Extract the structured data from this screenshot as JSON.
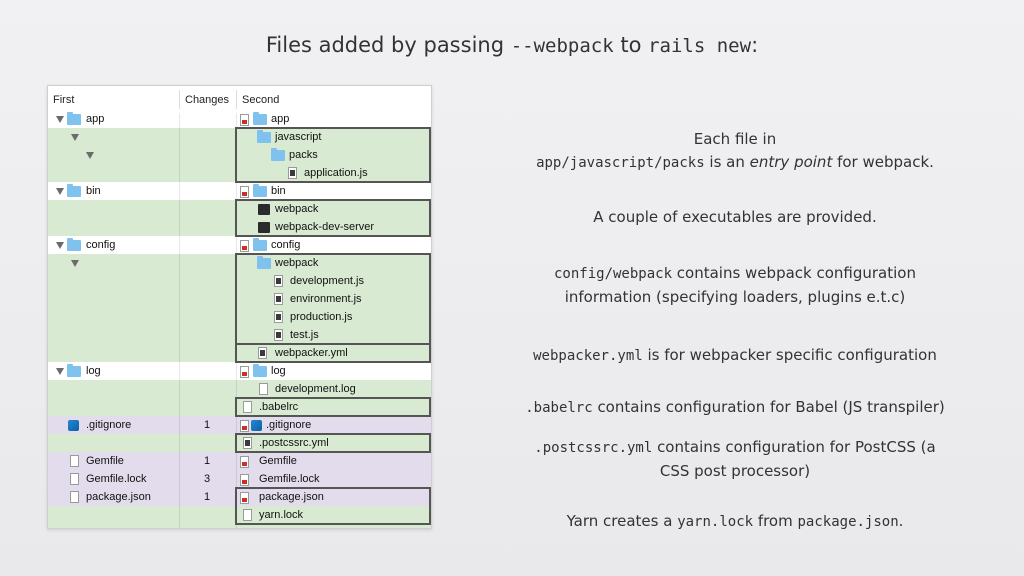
{
  "title": {
    "pre": "Files added by passing ",
    "flag": "--webpack",
    "mid": " to ",
    "cmd": "rails new",
    "post": ":"
  },
  "diff": {
    "headers": {
      "first": "First",
      "changes": "Changes",
      "second": "Second"
    },
    "rows": [
      {
        "first": "app",
        "changes": "",
        "second": "app"
      },
      {
        "first": "",
        "changes": "",
        "second": "javascript"
      },
      {
        "first": "",
        "changes": "",
        "second": "packs"
      },
      {
        "first": "",
        "changes": "",
        "second": "application.js"
      },
      {
        "first": "bin",
        "changes": "",
        "second": "bin"
      },
      {
        "first": "",
        "changes": "",
        "second": "webpack"
      },
      {
        "first": "",
        "changes": "",
        "second": "webpack-dev-server"
      },
      {
        "first": "config",
        "changes": "",
        "second": "config"
      },
      {
        "first": "",
        "changes": "",
        "second": "webpack"
      },
      {
        "first": "",
        "changes": "",
        "second": "development.js"
      },
      {
        "first": "",
        "changes": "",
        "second": "environment.js"
      },
      {
        "first": "",
        "changes": "",
        "second": "production.js"
      },
      {
        "first": "",
        "changes": "",
        "second": "test.js"
      },
      {
        "first": "",
        "changes": "",
        "second": "webpacker.yml"
      },
      {
        "first": "log",
        "changes": "",
        "second": "log"
      },
      {
        "first": "",
        "changes": "",
        "second": "development.log"
      },
      {
        "first": "",
        "changes": "",
        "second": ".babelrc"
      },
      {
        "first": ".gitignore",
        "changes": "1",
        "second": ".gitignore"
      },
      {
        "first": "",
        "changes": "",
        "second": ".postcssrc.yml"
      },
      {
        "first": "Gemfile",
        "changes": "1",
        "second": "Gemfile"
      },
      {
        "first": "Gemfile.lock",
        "changes": "3",
        "second": "Gemfile.lock"
      },
      {
        "first": "package.json",
        "changes": "1",
        "second": "package.json"
      },
      {
        "first": "",
        "changes": "",
        "second": "yarn.lock"
      }
    ]
  },
  "notes": {
    "n1_line1": "Each file in",
    "n1_code": "app/javascript/packs",
    "n1_mid": " is an ",
    "n1_em": "entry point",
    "n1_end": " for webpack.",
    "n2": "A couple of executables are provided.",
    "n3_code": "config/webpack",
    "n3_text": " contains webpack configuration",
    "n3_line2": "information (specifying loaders, plugins e.t.c)",
    "n4_code": "webpacker.yml",
    "n4_text": " is for webpacker specific configuration",
    "n5_code": ".babelrc",
    "n5_text": " contains configuration for Babel (JS transpiler)",
    "n6_code": ".postcssrc.yml",
    "n6_text": " contains configuration for PostCSS (a",
    "n6_line2": "CSS post processor)",
    "n7_pre": "Yarn creates a ",
    "n7_code1": "yarn.lock",
    "n7_mid": " from ",
    "n7_code2": "package.json",
    "n7_end": "."
  }
}
